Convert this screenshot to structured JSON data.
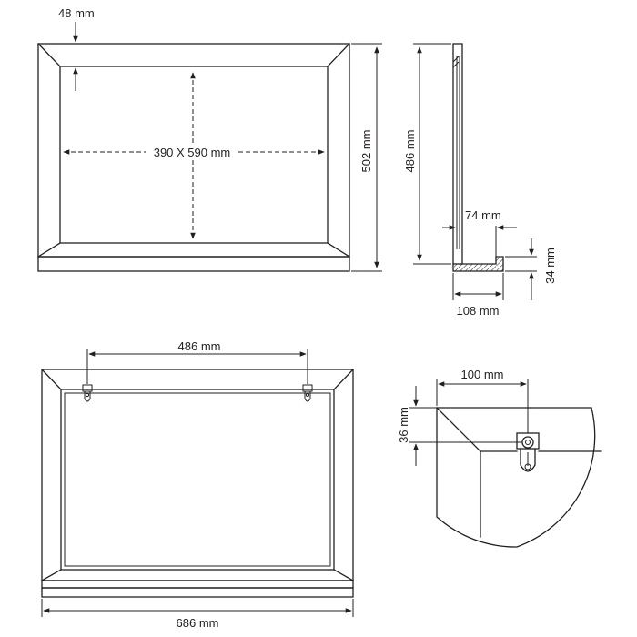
{
  "front_view": {
    "frame_width_label": "48 mm",
    "inner_size_label": "390 X 590 mm",
    "height_label": "502 mm"
  },
  "side_view": {
    "height_label": "486 mm",
    "shelf_inner_label": "74 mm",
    "shelf_height_label": "34 mm",
    "depth_label": "108 mm"
  },
  "back_view": {
    "hanger_spacing_label": "486 mm",
    "width_label": "686 mm"
  },
  "detail_view": {
    "hanger_offset_label": "100 mm",
    "hanger_drop_label": "36 mm"
  }
}
